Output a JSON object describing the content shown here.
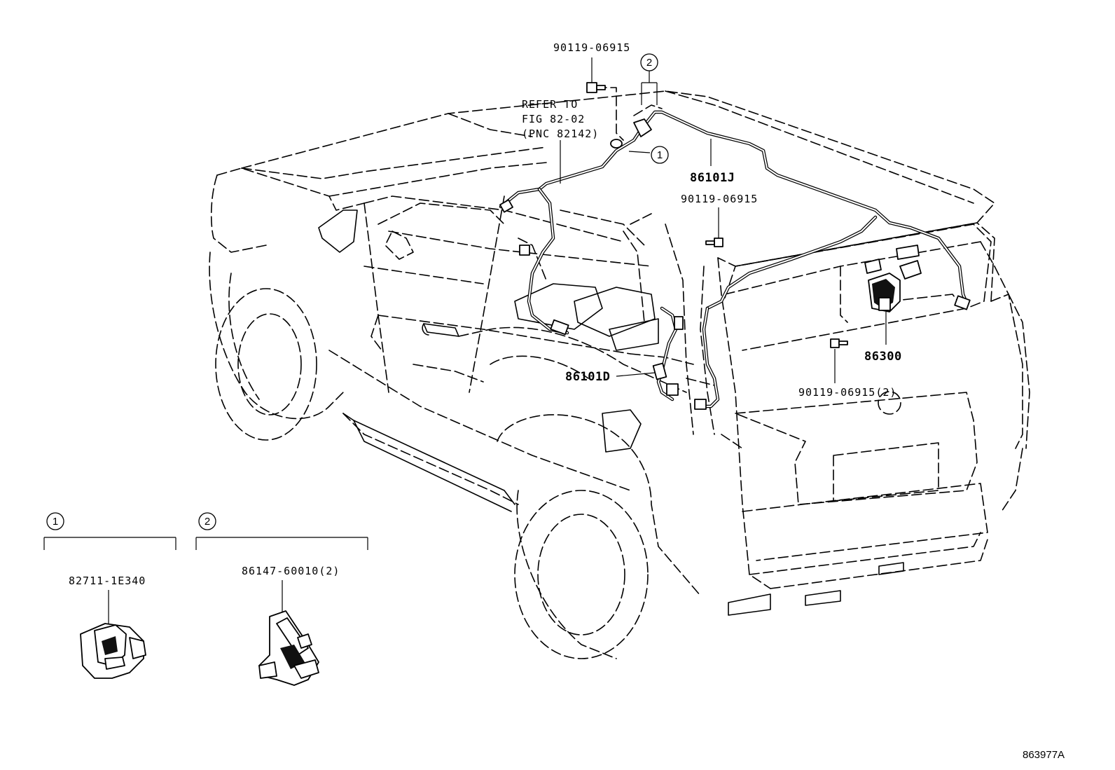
{
  "labels": {
    "bolt_top": "90119-06915",
    "refer_line1": "REFER TO",
    "refer_line2": "FIG 82-02",
    "refer_line3": "(PNC 82142)",
    "harness_roof": "86101J",
    "bolt_mid": "90119-06915",
    "harness_quarter": "86101D",
    "camera": "86300",
    "bolt_rear": "90119-06915(2)",
    "connector_part": "82711-1E340",
    "clamp_part": "86147-60010(2)",
    "figure_number": "863977A"
  },
  "callouts": {
    "ref1": "1",
    "ref2": "2"
  }
}
